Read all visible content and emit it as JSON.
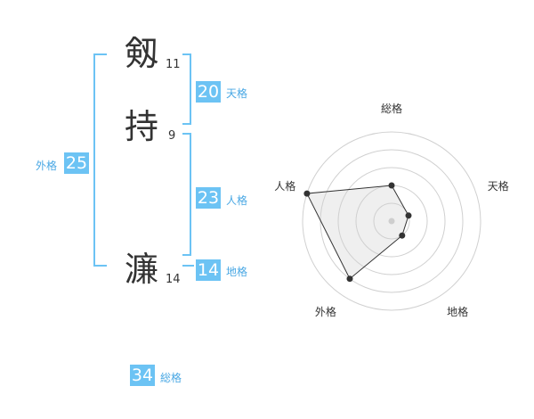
{
  "name": {
    "chars": [
      {
        "char": "剱",
        "strokes": "11"
      },
      {
        "char": "持",
        "strokes": "9"
      },
      {
        "char": "濂",
        "strokes": "14"
      }
    ]
  },
  "kaku": {
    "tenkaku": {
      "value": "20",
      "label": "天格"
    },
    "jinkaku": {
      "value": "23",
      "label": "人格"
    },
    "chikaku": {
      "value": "14",
      "label": "地格"
    },
    "gaikaku": {
      "value": "25",
      "label": "外格"
    },
    "soukaku": {
      "value": "34",
      "label": "総格"
    }
  },
  "colors": {
    "accent": "#6cc3f4",
    "label": "#4aa8e4",
    "text": "#333333"
  },
  "chart_data": {
    "type": "radar",
    "axes": [
      "総格",
      "天格",
      "地格",
      "外格",
      "人格"
    ],
    "values": [
      2,
      1,
      1,
      4,
      5
    ],
    "max": 5
  }
}
